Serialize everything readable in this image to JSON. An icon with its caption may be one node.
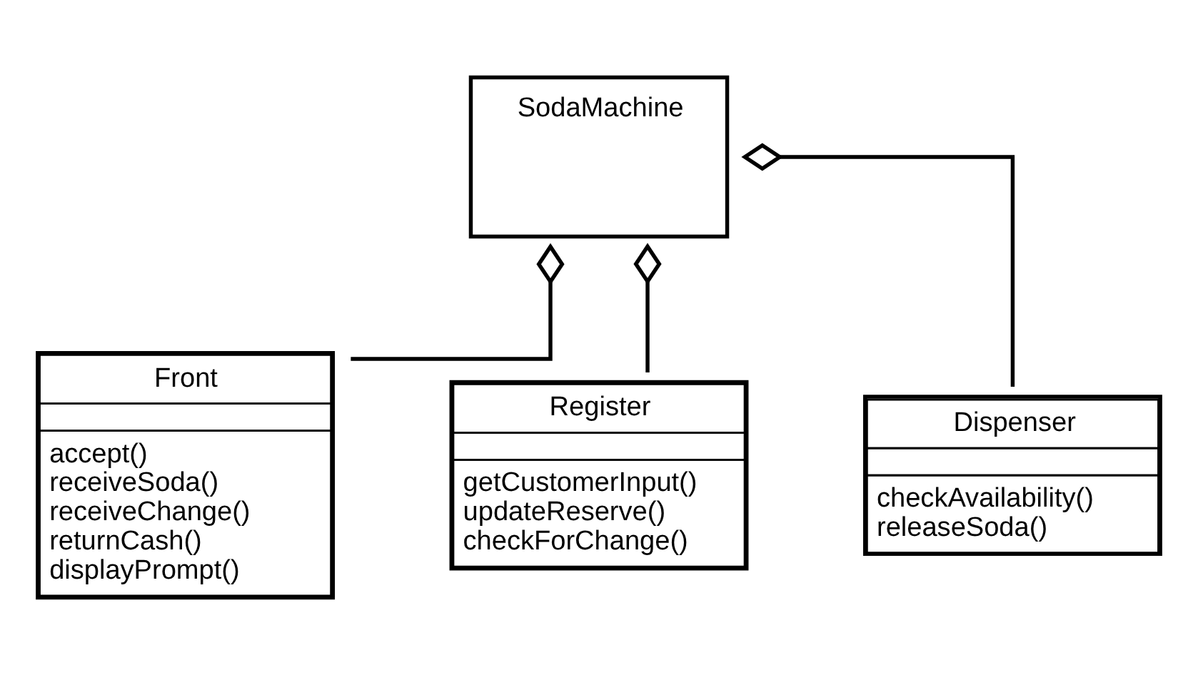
{
  "diagram": {
    "nodes": [
      {
        "text": [
          "SodaMachine"
        ]
      },
      {
        "text": [
          "Front",
          "accept()",
          "receiveSoda()",
          "receiveChange()",
          "returnCash()",
          "displayPrompt()"
        ]
      },
      {
        "text": [
          "Register",
          "getCustomerInput()",
          "updateReserve()",
          "checkForChange()"
        ]
      },
      {
        "text": [
          "Dispenser",
          "checkAvailability()",
          "releaseSoda()"
        ]
      }
    ],
    "edges": [
      {
        "from": 0,
        "to": 1,
        "arrow": "other"
      },
      {
        "from": 0,
        "to": 2,
        "arrow": "other"
      },
      {
        "from": 0,
        "to": 3,
        "arrow": "other"
      }
    ]
  }
}
